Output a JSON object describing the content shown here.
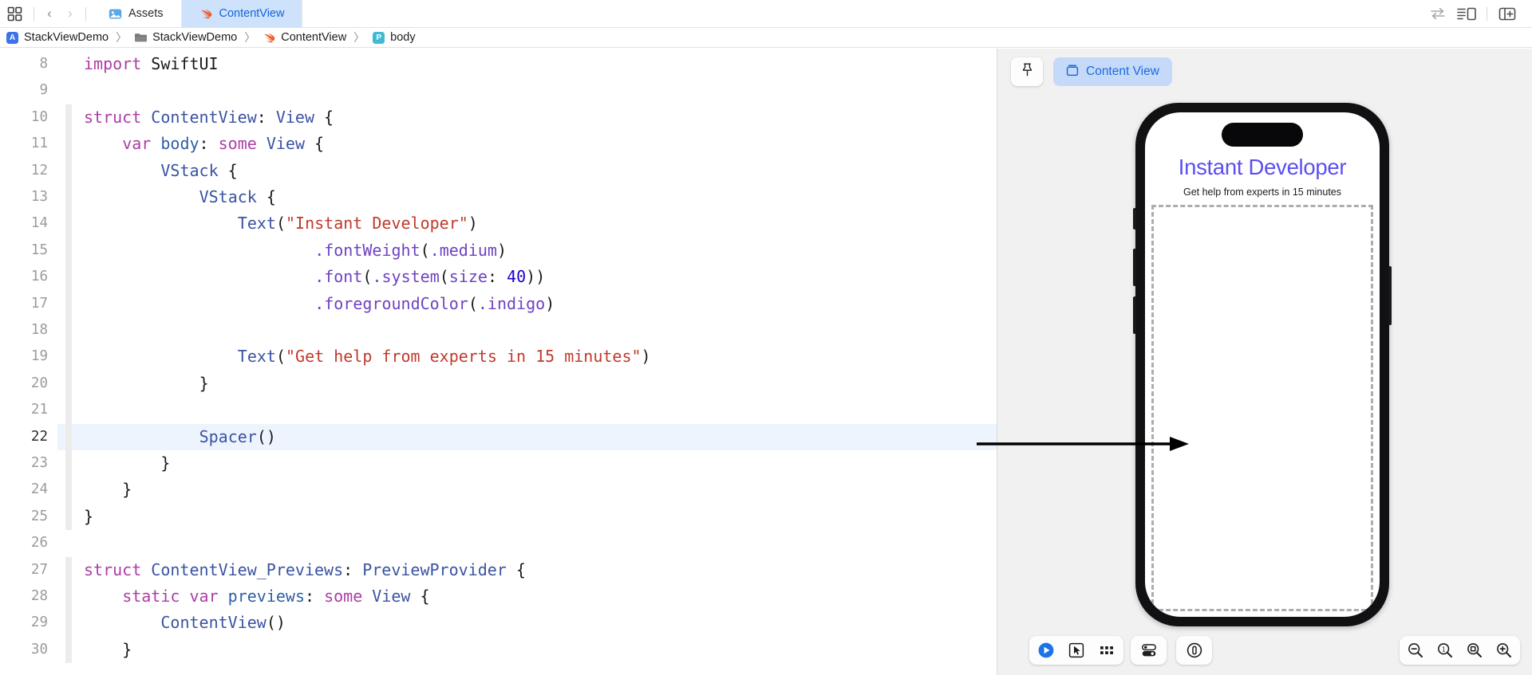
{
  "toolbar": {
    "grid_icon": "grid-squares-icon",
    "back_label": "‹",
    "forward_label": "›",
    "tabs": [
      {
        "label": "Assets",
        "icon": "assets-image-icon",
        "active": false
      },
      {
        "label": "ContentView",
        "icon": "swift-file-icon",
        "active": true
      }
    ],
    "right_buttons": [
      {
        "name": "toggle-compare-icon",
        "label": "⇄"
      },
      {
        "name": "inspector-list-icon",
        "label": "list-detail"
      },
      {
        "name": "add-editor-icon",
        "label": "+"
      }
    ]
  },
  "breadcrumb": {
    "items": [
      {
        "label": "StackViewDemo",
        "icon": "project-app-icon",
        "icon_text": "A"
      },
      {
        "label": "StackViewDemo",
        "icon": "folder-icon",
        "icon_text": ""
      },
      {
        "label": "ContentView",
        "icon": "swift-file-icon",
        "icon_text": ""
      },
      {
        "label": "body",
        "icon": "property-icon",
        "icon_text": "P"
      }
    ],
    "separator": "〉"
  },
  "editor": {
    "current_line": 22,
    "lines": [
      {
        "num": 8,
        "indent": 0,
        "fold": false,
        "tokens": [
          {
            "t": "import",
            "c": "kw"
          },
          {
            "t": " ",
            "c": "pln"
          },
          {
            "t": "SwiftUI",
            "c": "pln"
          }
        ]
      },
      {
        "num": 9,
        "indent": 0,
        "fold": false,
        "tokens": []
      },
      {
        "num": 10,
        "indent": 0,
        "fold": true,
        "tokens": [
          {
            "t": "struct",
            "c": "kw"
          },
          {
            "t": " ",
            "c": "pln"
          },
          {
            "t": "ContentView",
            "c": "typ"
          },
          {
            "t": ": ",
            "c": "pln"
          },
          {
            "t": "View",
            "c": "typ"
          },
          {
            "t": " {",
            "c": "pln"
          }
        ]
      },
      {
        "num": 11,
        "indent": 1,
        "fold": true,
        "tokens": [
          {
            "t": "var",
            "c": "kw"
          },
          {
            "t": " ",
            "c": "pln"
          },
          {
            "t": "body",
            "c": "typ2"
          },
          {
            "t": ": ",
            "c": "pln"
          },
          {
            "t": "some",
            "c": "kw"
          },
          {
            "t": " ",
            "c": "pln"
          },
          {
            "t": "View",
            "c": "typ"
          },
          {
            "t": " {",
            "c": "pln"
          }
        ]
      },
      {
        "num": 12,
        "indent": 2,
        "fold": true,
        "tokens": [
          {
            "t": "VStack",
            "c": "typ"
          },
          {
            "t": " {",
            "c": "pln"
          }
        ]
      },
      {
        "num": 13,
        "indent": 3,
        "fold": true,
        "tokens": [
          {
            "t": "VStack",
            "c": "typ"
          },
          {
            "t": " {",
            "c": "pln"
          }
        ]
      },
      {
        "num": 14,
        "indent": 4,
        "fold": true,
        "tokens": [
          {
            "t": "Text",
            "c": "typ"
          },
          {
            "t": "(",
            "c": "pln"
          },
          {
            "t": "\"Instant Developer\"",
            "c": "str"
          },
          {
            "t": ")",
            "c": "pln"
          }
        ]
      },
      {
        "num": 15,
        "indent": 6,
        "fold": true,
        "tokens": [
          {
            "t": ".fontWeight",
            "c": "mem"
          },
          {
            "t": "(",
            "c": "pln"
          },
          {
            "t": ".medium",
            "c": "mem"
          },
          {
            "t": ")",
            "c": "pln"
          }
        ]
      },
      {
        "num": 16,
        "indent": 6,
        "fold": true,
        "tokens": [
          {
            "t": ".font",
            "c": "mem"
          },
          {
            "t": "(",
            "c": "pln"
          },
          {
            "t": ".system",
            "c": "mem"
          },
          {
            "t": "(",
            "c": "pln"
          },
          {
            "t": "size",
            "c": "mem"
          },
          {
            "t": ": ",
            "c": "pln"
          },
          {
            "t": "40",
            "c": "num"
          },
          {
            "t": "))",
            "c": "pln"
          }
        ]
      },
      {
        "num": 17,
        "indent": 6,
        "fold": true,
        "tokens": [
          {
            "t": ".foregroundColor",
            "c": "mem"
          },
          {
            "t": "(",
            "c": "pln"
          },
          {
            "t": ".indigo",
            "c": "mem"
          },
          {
            "t": ")",
            "c": "pln"
          }
        ]
      },
      {
        "num": 18,
        "indent": 0,
        "fold": true,
        "tokens": []
      },
      {
        "num": 19,
        "indent": 4,
        "fold": true,
        "tokens": [
          {
            "t": "Text",
            "c": "typ"
          },
          {
            "t": "(",
            "c": "pln"
          },
          {
            "t": "\"Get help from experts in 15 minutes\"",
            "c": "str"
          },
          {
            "t": ")",
            "c": "pln"
          }
        ]
      },
      {
        "num": 20,
        "indent": 3,
        "fold": true,
        "tokens": [
          {
            "t": "}",
            "c": "pln"
          }
        ]
      },
      {
        "num": 21,
        "indent": 0,
        "fold": true,
        "tokens": []
      },
      {
        "num": 22,
        "indent": 3,
        "fold": true,
        "tokens": [
          {
            "t": "Spacer",
            "c": "typ"
          },
          {
            "t": "()",
            "c": "pln"
          }
        ]
      },
      {
        "num": 23,
        "indent": 2,
        "fold": true,
        "tokens": [
          {
            "t": "}",
            "c": "pln"
          }
        ]
      },
      {
        "num": 24,
        "indent": 1,
        "fold": true,
        "tokens": [
          {
            "t": "}",
            "c": "pln"
          }
        ]
      },
      {
        "num": 25,
        "indent": 0,
        "fold": true,
        "tokens": [
          {
            "t": "}",
            "c": "pln"
          }
        ]
      },
      {
        "num": 26,
        "indent": 0,
        "fold": false,
        "tokens": []
      },
      {
        "num": 27,
        "indent": 0,
        "fold": true,
        "tokens": [
          {
            "t": "struct",
            "c": "kw"
          },
          {
            "t": " ",
            "c": "pln"
          },
          {
            "t": "ContentView_Previews",
            "c": "typ"
          },
          {
            "t": ": ",
            "c": "pln"
          },
          {
            "t": "PreviewProvider",
            "c": "typ"
          },
          {
            "t": " {",
            "c": "pln"
          }
        ]
      },
      {
        "num": 28,
        "indent": 1,
        "fold": true,
        "tokens": [
          {
            "t": "static",
            "c": "kw"
          },
          {
            "t": " ",
            "c": "pln"
          },
          {
            "t": "var",
            "c": "kw"
          },
          {
            "t": " ",
            "c": "pln"
          },
          {
            "t": "previews",
            "c": "typ2"
          },
          {
            "t": ": ",
            "c": "pln"
          },
          {
            "t": "some",
            "c": "kw"
          },
          {
            "t": " ",
            "c": "pln"
          },
          {
            "t": "View",
            "c": "typ"
          },
          {
            "t": " {",
            "c": "pln"
          }
        ]
      },
      {
        "num": 29,
        "indent": 2,
        "fold": true,
        "tokens": [
          {
            "t": "ContentView",
            "c": "typ"
          },
          {
            "t": "()",
            "c": "pln"
          }
        ]
      },
      {
        "num": 30,
        "indent": 1,
        "fold": true,
        "tokens": [
          {
            "t": "}",
            "c": "pln"
          }
        ]
      }
    ]
  },
  "preview": {
    "pin_button": "pin-icon",
    "chip_label": "Content View",
    "chip_icon": "preview-canvas-icon",
    "device": {
      "app_title": "Instant Developer",
      "app_subtitle": "Get help from experts in 15 minutes",
      "title_color": "#5b4ff0"
    },
    "bottom_toolbar": {
      "play_icon": "play-circle-icon",
      "select_icon": "pointer-select-icon",
      "variants_icon": "variants-grid-icon",
      "device_settings_icon": "device-settings-icon",
      "inspect_icon": "inspect-circle-icon"
    },
    "zoom_controls": [
      {
        "name": "zoom-out-icon",
        "label": "−"
      },
      {
        "name": "zoom-100-icon",
        "label": "1"
      },
      {
        "name": "zoom-fit-icon",
        "label": "□"
      },
      {
        "name": "zoom-in-icon",
        "label": "+"
      }
    ]
  },
  "annotation": {
    "arrow": "pointer-arrow-annotation"
  }
}
